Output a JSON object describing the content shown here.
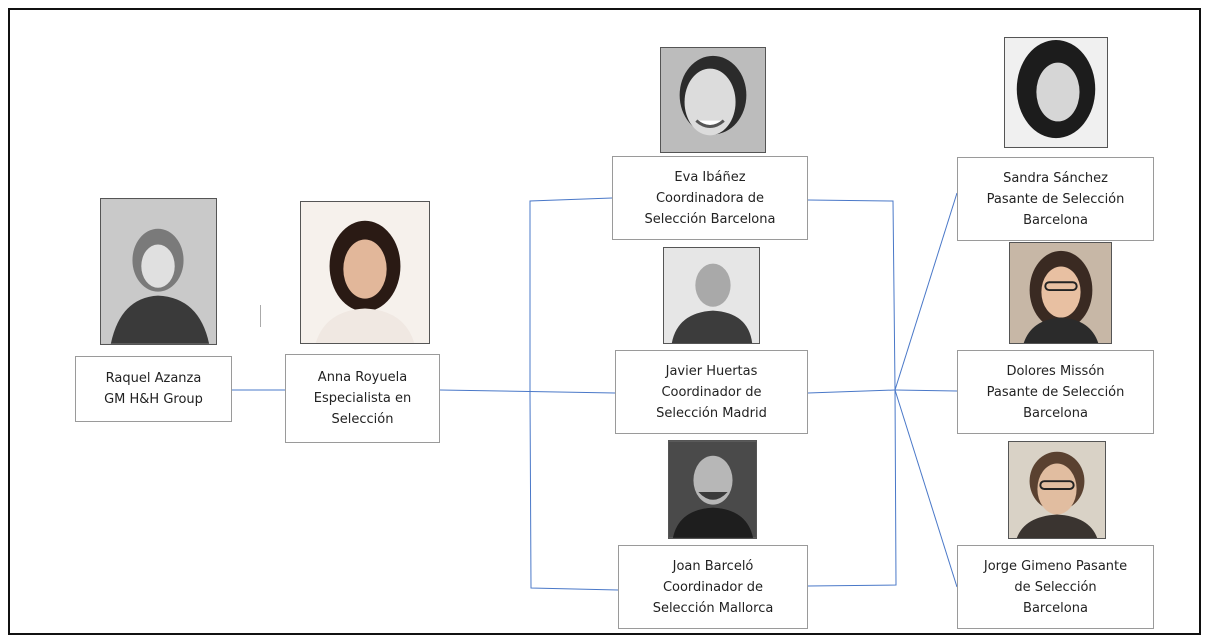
{
  "people": [
    {
      "id": "raquel",
      "label": "Raquel Azanza\nGM H&H Group"
    },
    {
      "id": "anna",
      "label": "Anna Royuela\nEspecialista en\nSelección"
    },
    {
      "id": "eva",
      "label": "Eva Ibáñez\nCoordinadora de\nSelección Barcelona"
    },
    {
      "id": "javier",
      "label": "Javier Huertas\nCoordinador de\nSelección Madrid"
    },
    {
      "id": "joan",
      "label": "Joan Barceló\nCoordinador de\nSelección Mallorca"
    },
    {
      "id": "sandra",
      "label": "Sandra Sánchez\nPasante de Selección\nBarcelona"
    },
    {
      "id": "dolores",
      "label": "Dolores Missón\nPasante de Selección\nBarcelona"
    },
    {
      "id": "jorge",
      "label": "Jorge Gimeno Pasante\nde Selección\nBarcelona"
    }
  ],
  "colors": {
    "connector": "#4a78c8",
    "box_border": "#9a9a9a",
    "frame": "#111111"
  }
}
